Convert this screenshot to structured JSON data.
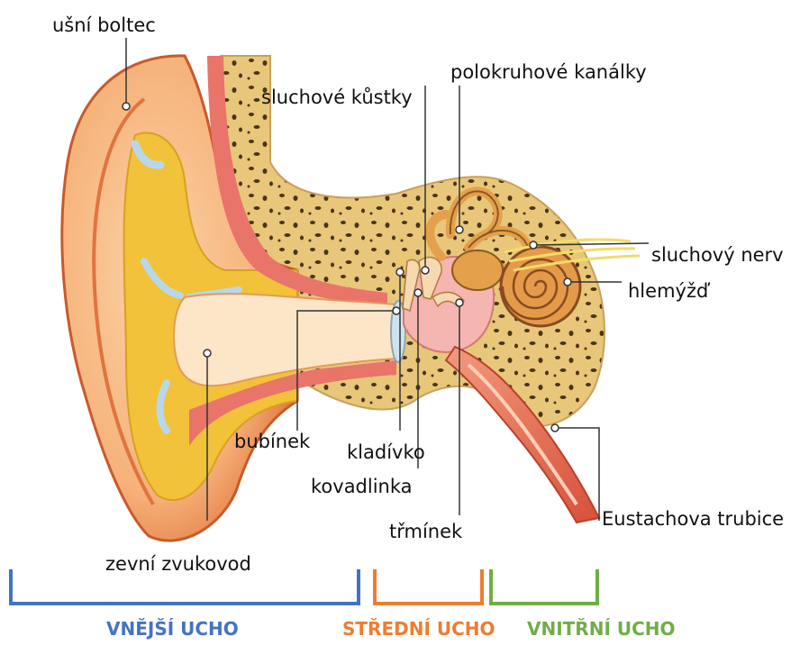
{
  "labels": {
    "pinna": "ušní boltec",
    "ossicles": "sluchové kůstky",
    "semicircular_canals": "polokruhové kanálky",
    "auditory_nerve": "sluchový nerv",
    "cochlea": "hlemýžď",
    "eardrum": "bubínek",
    "malleus": "kladívko",
    "incus": "kovadlinka",
    "stapes": "třmínek",
    "eustachian_tube": "Eustachova trubice",
    "ear_canal": "zevní zvukovod"
  },
  "sections": {
    "outer": {
      "label": "VNĚJŠÍ UCHO",
      "color": "#4472c4"
    },
    "middle": {
      "label": "STŘEDNÍ UCHO",
      "color": "#ed7d31"
    },
    "inner": {
      "label": "VNITŘNÍ UCHO",
      "color": "#70ad47"
    }
  },
  "colors": {
    "skin": "#f6b27a",
    "skin_dark": "#e2733e",
    "cartilage": "#f2c23a",
    "bone": "#e8c77a",
    "bone_hole": "#4a3418",
    "muscle": "#e8746a",
    "nerve": "#f4dc6a"
  }
}
